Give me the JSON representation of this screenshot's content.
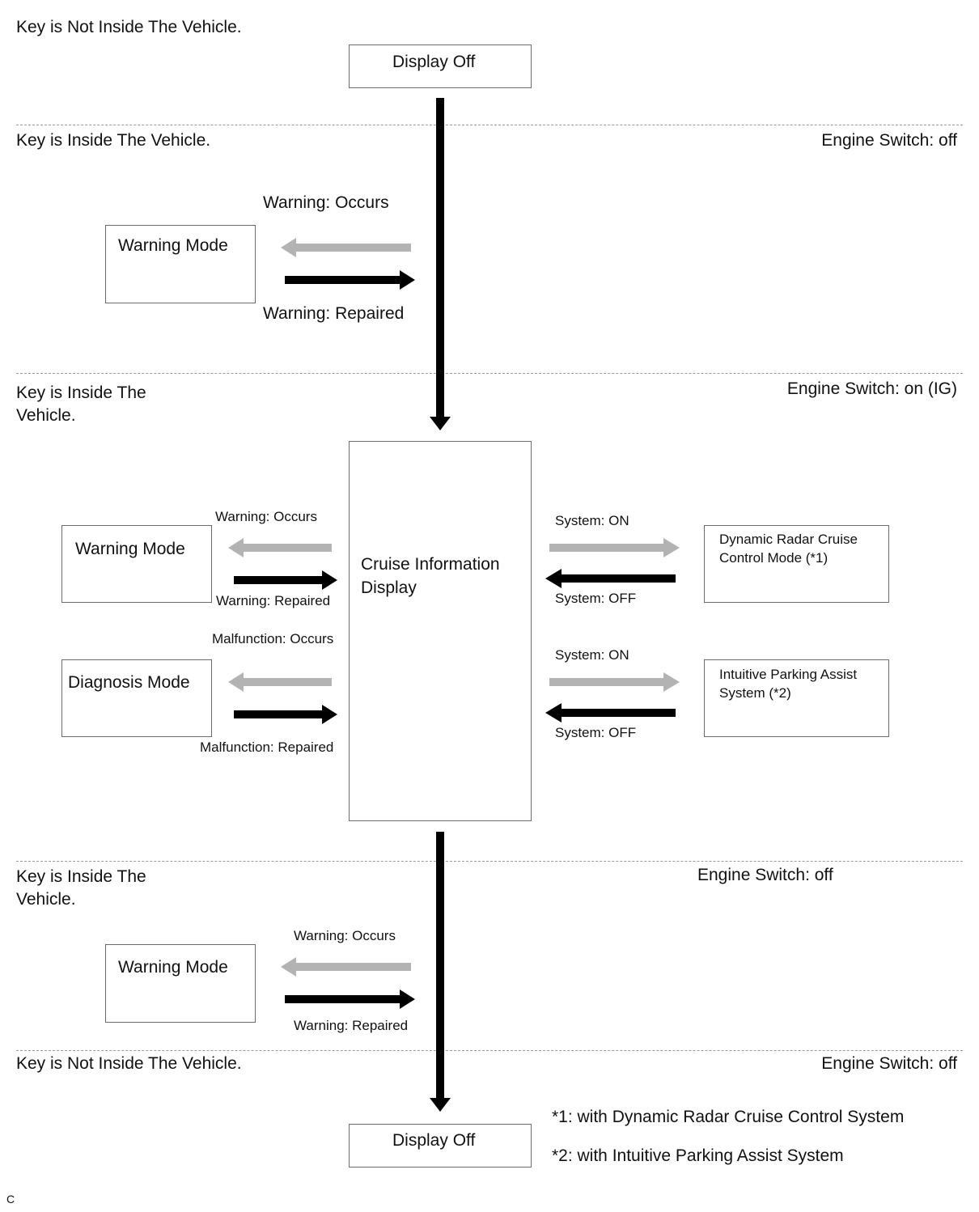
{
  "zones": {
    "zone1": {
      "key": "Key is Not Inside The Vehicle."
    },
    "zone2": {
      "key": "Key is Inside The Vehicle.",
      "engine": "Engine Switch: off"
    },
    "zone3": {
      "key_line1": "Key is Inside The",
      "key_line2": "Vehicle.",
      "engine": "Engine Switch: on (IG)"
    },
    "zone4": {
      "key_line1": "Key is Inside The",
      "key_line2": "Vehicle.",
      "engine": "Engine Switch: off"
    },
    "zone5": {
      "key": "Key is Not Inside The Vehicle.",
      "engine": "Engine Switch: off"
    }
  },
  "boxes": {
    "display_off_top": "Display Off",
    "warning_mode_1": "Warning Mode",
    "cruise_info_line1": "Cruise Information",
    "cruise_info_line2": "Display",
    "warning_mode_2": "Warning Mode",
    "diagnosis_mode": "Diagnosis Mode",
    "drcc_line1": "Dynamic Radar Cruise",
    "drcc_line2": "Control Mode (*1)",
    "ipas_line1": "Intuitive Parking Assist",
    "ipas_line2": "System (*2)",
    "warning_mode_3": "Warning Mode",
    "display_off_bottom": "Display Off"
  },
  "labels": {
    "w1_occurs": "Warning: Occurs",
    "w1_repaired": "Warning: Repaired",
    "w2_occurs": "Warning: Occurs",
    "w2_repaired": "Warning: Repaired",
    "malf_occurs": "Malfunction: Occurs",
    "malf_repaired": "Malfunction: Repaired",
    "sys1_on": "System: ON",
    "sys1_off": "System: OFF",
    "sys2_on": "System: ON",
    "sys2_off": "System: OFF",
    "w3_occurs": "Warning: Occurs",
    "w3_repaired": "Warning: Repaired"
  },
  "footnotes": {
    "n1": "*1: with Dynamic Radar Cruise Control System",
    "n2": "*2: with Intuitive Parking Assist System"
  },
  "corner_mark": "C",
  "colors": {
    "forward_arrow": "#000000",
    "return_arrow": "#b3b3b3",
    "box_border": "#6b6b6b",
    "zone_divider": "#9a9a9a"
  }
}
